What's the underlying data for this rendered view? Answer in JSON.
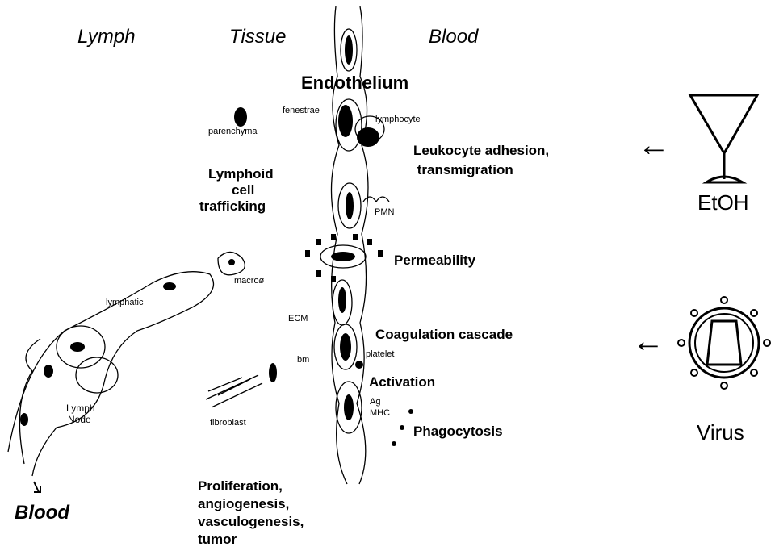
{
  "regions": {
    "lymph": "Lymph",
    "tissue": "Tissue",
    "blood": "Blood",
    "blood_bottom": "Blood"
  },
  "headings": {
    "endothelium": "Endothelium"
  },
  "processes": {
    "leukocyte": [
      "Leukocyte adhesion,",
      " transmigration"
    ],
    "lymphoid": [
      "Lymphoid",
      "cell",
      "trafficking"
    ],
    "permeability": "Permeability",
    "coagulation": "Coagulation cascade",
    "activation": "Activation",
    "phagocytosis": "Phagocytosis",
    "proliferation": [
      "Proliferation,",
      "angiogenesis,",
      "vasculogenesis,",
      "tumor"
    ]
  },
  "cell_labels": {
    "fenestrae": "fenestrae",
    "lymphocyte": "lymphocyte",
    "parenchyma": "parenchyma",
    "pmn": "PMN",
    "macro": "macroø",
    "lymphatic": "lymphatic",
    "ecm": "ECM",
    "bm": "bm",
    "platelet": "platelet",
    "ag": "Ag",
    "mhc": "MHC",
    "lymph_node": [
      "Lymph",
      "Node"
    ],
    "fibroblast": "fibroblast"
  },
  "agents": {
    "etoh": "EtOH",
    "virus": "Virus"
  },
  "icons": {
    "arrow_top": "left-arrow-icon",
    "arrow_bottom": "left-arrow-icon",
    "glass": "cocktail-glass-icon",
    "virus": "virus-icon"
  }
}
